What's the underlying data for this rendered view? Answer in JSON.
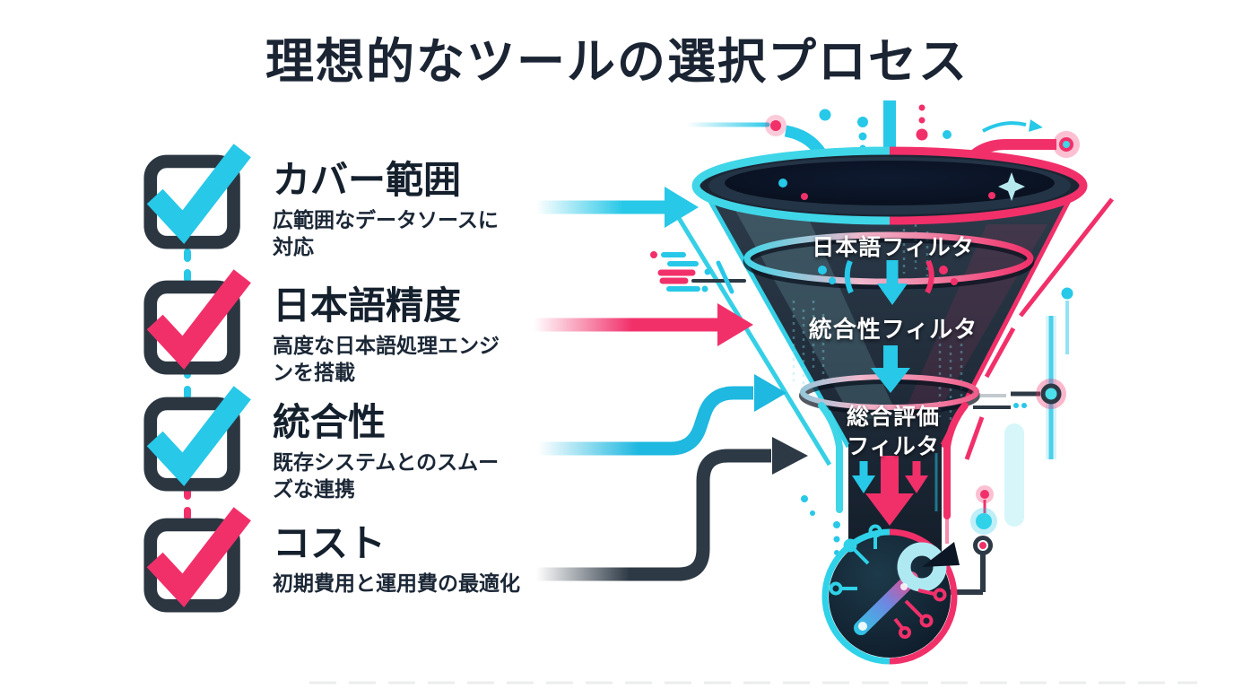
{
  "title": "理想的なツールの選択プロセス",
  "checklist": {
    "items": [
      {
        "label": "カバー範囲",
        "desc": "広範囲なデータソースに\n対応",
        "check_color": "#27c8e8"
      },
      {
        "label": "日本語精度",
        "desc": "高度な日本語処理エンジ\nンを搭載",
        "check_color": "#f1306a"
      },
      {
        "label": "統合性",
        "desc": "既存システムとのスムー\nズな連携",
        "check_color": "#27c8e8"
      },
      {
        "label": "コスト",
        "desc": "初期費用と運用費の最適化",
        "check_color": "#f1306a"
      }
    ]
  },
  "funnel": {
    "stages": [
      {
        "label": "日本語フィルタ"
      },
      {
        "label": "統合性フィルタ"
      },
      {
        "label": "総合評価\nフィルタ"
      }
    ],
    "output_icon": "wrench-circuit-icon"
  },
  "icons": {
    "checkbox": "checked-checkbox-icon",
    "funnel_output": "wrench-circuit-icon"
  },
  "colors": {
    "cyan": "#27c8e8",
    "pink": "#f1306a",
    "dark_navy": "#1a2433",
    "arrow_dark": "#2d3945",
    "white": "#ffffff"
  }
}
